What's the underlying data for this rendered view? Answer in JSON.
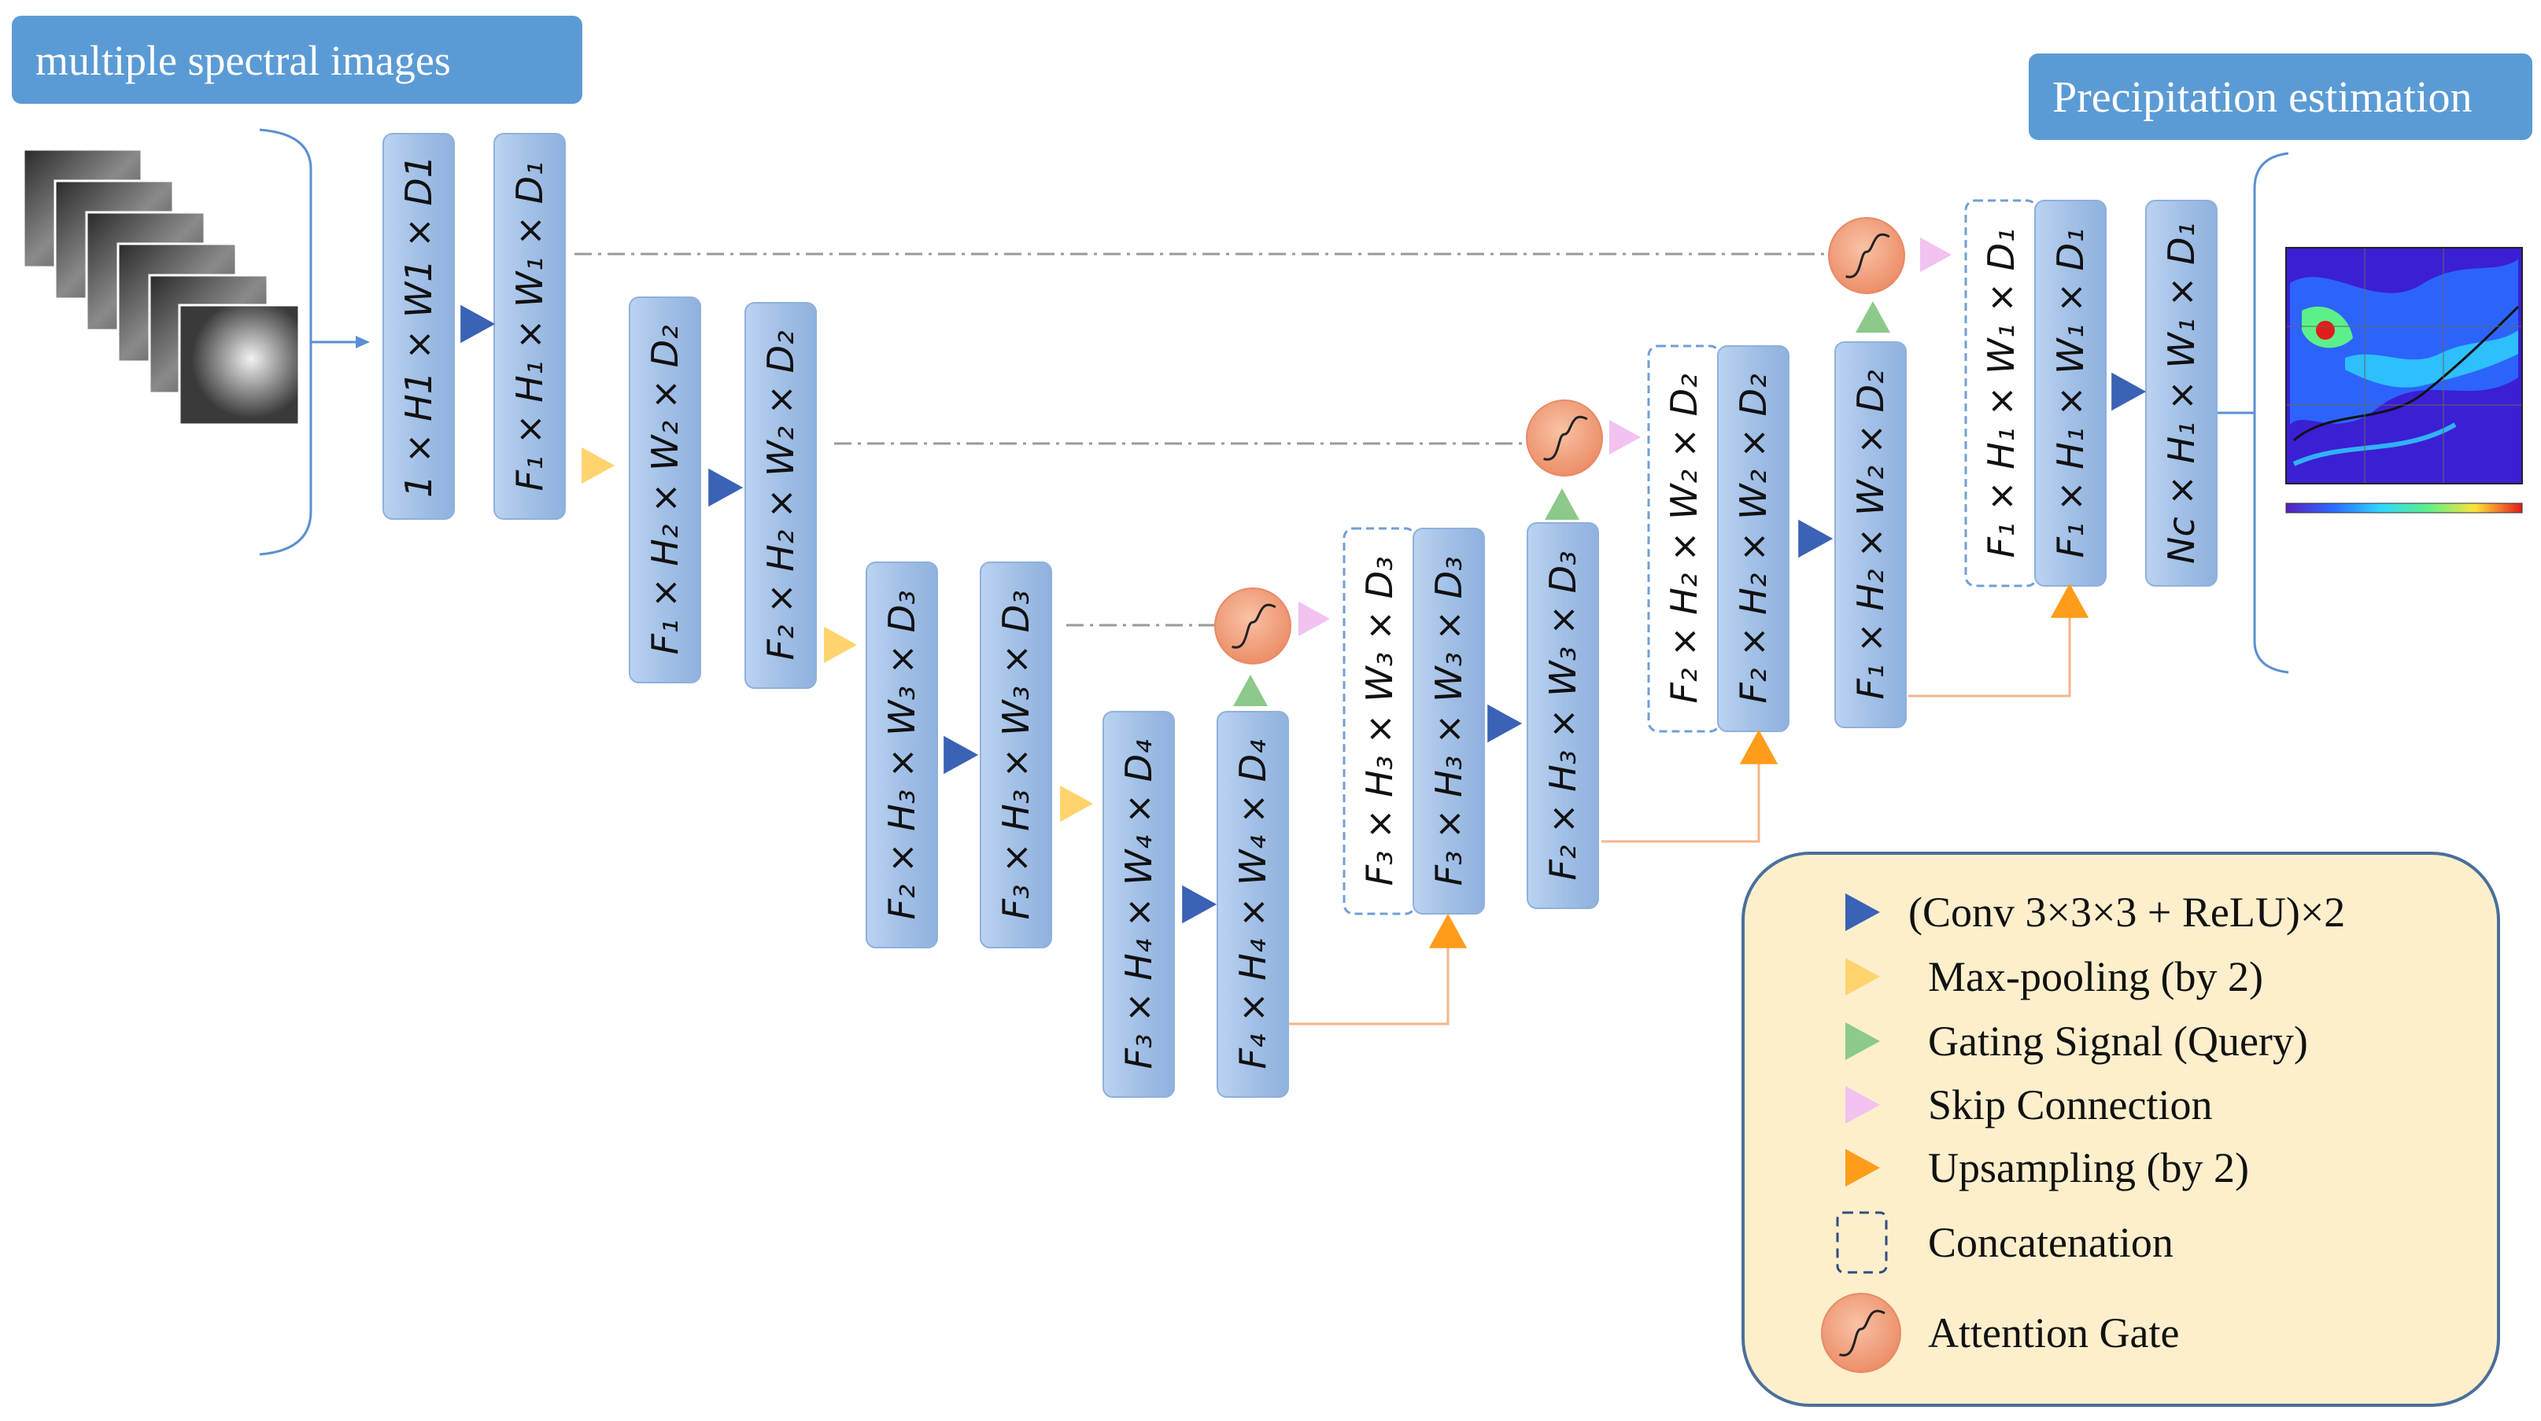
{
  "header": {
    "input_label": "multiple spectral images",
    "output_label": "Precipitation estimation"
  },
  "blocks": {
    "b1": "1 × H1 × W1 × D1",
    "b2": "F₁ × H₁ × W₁ × D₁",
    "b3": "F₁ × H₂ × W₂ × D₂",
    "b4": "F₂ × H₂ × W₂ × D₂",
    "b5": "F₂ × H₃ × W₃ × D₃",
    "b6": "F₃ × H₃ × W₃ × D₃",
    "b7": "F₃ × H₄ × W₄ × D₄",
    "b8": "F₄ × H₄ × W₄ × D₄",
    "c1": "F₃ × H₃ × W₃ × D₃",
    "b9": "F₃ × H₃ × W₃ × D₃",
    "b10": "F₂ × H₃ × W₃ × D₃",
    "c2": "F₂ × H₂ × W₂ × D₂",
    "b11": "F₂ × H₂ × W₂ × D₂",
    "b12": "F₁ × H₂ × W₂ × D₂",
    "c3": "F₁ × H₁ × W₁ × D₁",
    "b13": "F₁ × H₁ × W₁ × D₁",
    "b14": "Nc × H₁ × W₁ × D₁"
  },
  "legend": {
    "conv": "(Conv 3×3×3 + ReLU)×2",
    "maxpool": "Max-pooling (by 2)",
    "gating": "Gating Signal (Query)",
    "skip": "Skip Connection",
    "upsample": "Upsampling (by 2)",
    "concat": "Concatenation",
    "attention": "Attention Gate"
  },
  "colors": {
    "block_fill": "#a4c2e8",
    "conv": "#3a62b5",
    "maxpool": "#ffd46e",
    "gating": "#8cc98a",
    "skip": "#f2c2f0",
    "upsample": "#ff9d1a",
    "attention": "#f5a684",
    "legend_bg": "#fdefcc"
  }
}
